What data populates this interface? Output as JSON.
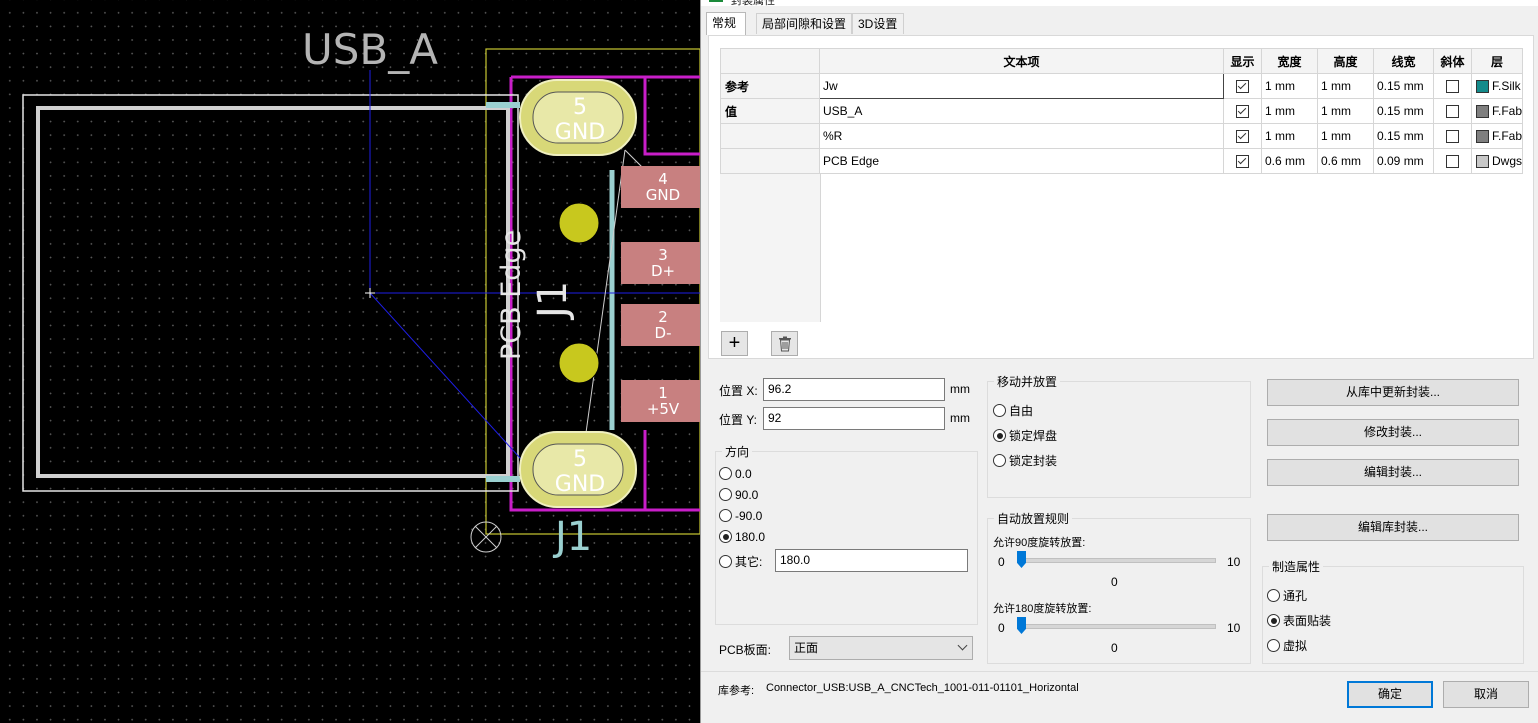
{
  "pcb": {
    "footprint_name": "USB_A",
    "reference_top": "J1",
    "reference_bottom": "J1",
    "edge_label": "PCB Edge",
    "pads": [
      {
        "num": "5",
        "name": "GND"
      },
      {
        "num": "4",
        "name": "GND"
      },
      {
        "num": "3",
        "name": "D+"
      },
      {
        "num": "2",
        "name": "D-"
      },
      {
        "num": "1",
        "name": "+5V"
      },
      {
        "num": "5",
        "name": "GND"
      }
    ]
  },
  "dialog": {
    "title": "封装属性",
    "tabs": [
      "常规",
      "局部间隙和设置",
      "3D设置"
    ],
    "table": {
      "headers": [
        "",
        "文本项",
        "显示",
        "宽度",
        "高度",
        "线宽",
        "斜体",
        "层"
      ],
      "rows": [
        {
          "label": "参考",
          "text": "Jw",
          "show": true,
          "width": "1 mm",
          "height": "1 mm",
          "thickness": "0.15 mm",
          "italic": false,
          "layer": "F.Silk",
          "layer_color": "#148b8b"
        },
        {
          "label": "值",
          "text": "USB_A",
          "show": true,
          "width": "1 mm",
          "height": "1 mm",
          "thickness": "0.15 mm",
          "italic": false,
          "layer": "F.Fab",
          "layer_color": "#7f7f7f"
        },
        {
          "label": "",
          "text": "%R",
          "show": true,
          "width": "1 mm",
          "height": "1 mm",
          "thickness": "0.15 mm",
          "italic": false,
          "layer": "F.Fab",
          "layer_color": "#7f7f7f"
        },
        {
          "label": "",
          "text": "PCB Edge",
          "show": true,
          "width": "0.6 mm",
          "height": "0.6 mm",
          "thickness": "0.09 mm",
          "italic": false,
          "layer": "Dwgs",
          "layer_color": "#c8c8c8"
        }
      ]
    },
    "add_btn": "+",
    "position": {
      "x_label": "位置 X:",
      "x_value": "96.2",
      "y_label": "位置 Y:",
      "y_value": "92",
      "unit": "mm"
    },
    "orientation": {
      "title": "方向",
      "options": [
        "0.0",
        "90.0",
        "-90.0",
        "180.0",
        "其它:"
      ],
      "selected": 3,
      "other_value": "180.0"
    },
    "board_side": {
      "label": "PCB板面:",
      "value": "正面"
    },
    "move_place": {
      "title": "移动并放置",
      "options": [
        "自由",
        "锁定焊盘",
        "锁定封装"
      ],
      "selected": 1
    },
    "auto_place": {
      "title": "自动放置规则",
      "rot90_label": "允许90度旋转放置:",
      "rot180_label": "允许180度旋转放置:",
      "min": "0",
      "max": "10",
      "rot90_value": "0",
      "rot180_value": "0"
    },
    "buttons": {
      "update": "从库中更新封装...",
      "change": "修改封装...",
      "edit": "编辑封装...",
      "edit_lib": "编辑库封装..."
    },
    "fab": {
      "title": "制造属性",
      "options": [
        "通孔",
        "表面贴装",
        "虚拟"
      ],
      "selected": 1
    },
    "lib_ref_label": "库参考:",
    "lib_ref_value": "Connector_USB:USB_A_CNCTech_1001-011-01101_Horizontal",
    "ok": "确定",
    "cancel": "取消"
  }
}
